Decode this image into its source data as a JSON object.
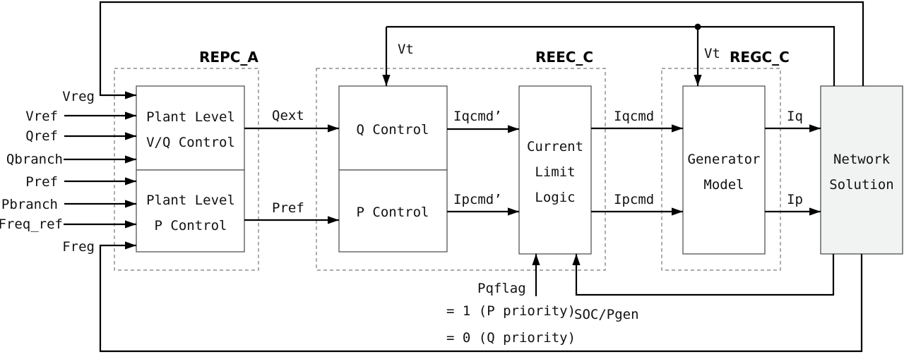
{
  "groups": {
    "repc": "REPC_A",
    "reec": "REEC_C",
    "regc": "REGC_C"
  },
  "blocks": {
    "plant_vq": [
      "Plant Level",
      "V/Q Control"
    ],
    "plant_p": [
      "Plant Level",
      "P Control"
    ],
    "q_control": [
      "Q Control"
    ],
    "p_control": [
      "P Control"
    ],
    "current_limit": [
      "Current",
      "Limit",
      "Logic"
    ],
    "generator": [
      "Generator",
      "Model"
    ],
    "network": [
      "Network",
      "Solution"
    ]
  },
  "inputs": [
    "Vreg",
    "Vref",
    "Qref",
    "Qbranch",
    "Pref",
    "Pbranch",
    "Freq_ref",
    "Freg"
  ],
  "signals": {
    "qext": "Qext",
    "pref": "Pref",
    "iqcmd_prime": "Iqcmd’",
    "ipcmd_prime": "Ipcmd’",
    "iqcmd": "Iqcmd",
    "ipcmd": "Ipcmd",
    "iq": "Iq",
    "ip": "Ip",
    "vt_reec": "Vt",
    "vt_regc": "Vt",
    "soc_pgen": "SOC/Pgen"
  },
  "pqflag": {
    "label": "Pqflag",
    "option1": "= 1 (P priority)",
    "option0": "= 0 (Q priority)"
  }
}
